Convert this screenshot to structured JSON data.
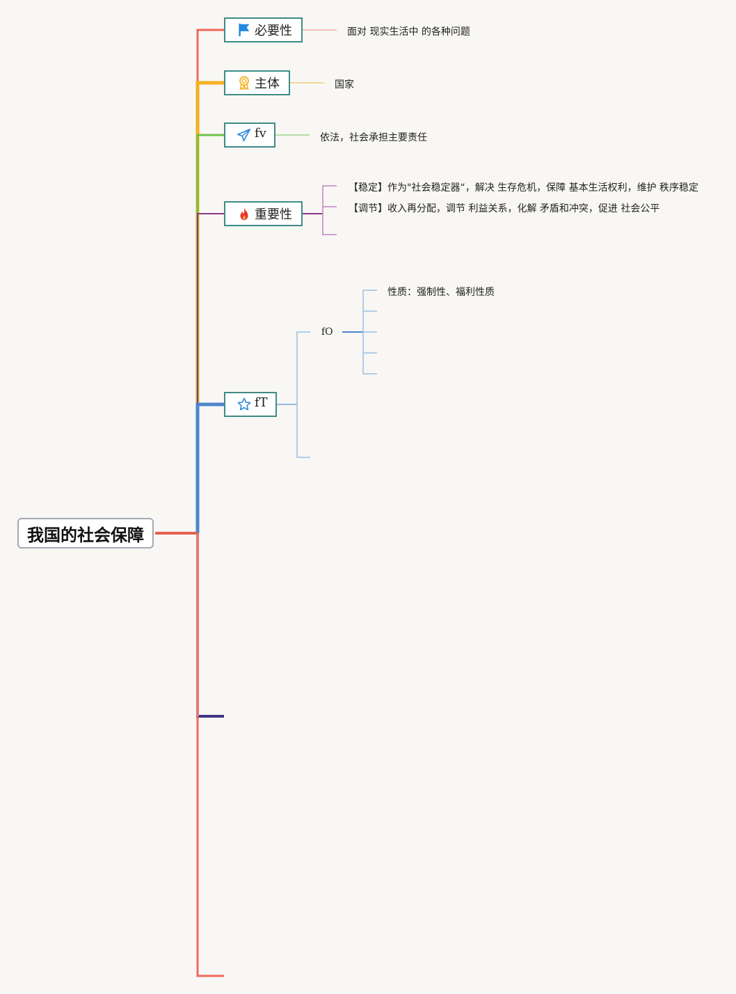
{
  "root": {
    "label": "我国的社会保障"
  },
  "topics": [
    {
      "id": "necessity",
      "label": "必要性",
      "icon": "flag-icon",
      "color": "#ee6a5a",
      "details": [
        "面对 现实生活中 的各种问题"
      ]
    },
    {
      "id": "subject",
      "label": "主体",
      "icon": "award-icon",
      "color": "#f6b021",
      "details": [
        "国家"
      ]
    },
    {
      "id": "fv",
      "label": "fv",
      "icon": "send-icon",
      "color": "#6cc24a",
      "details": [
        "依法，社会承担主要责任"
      ]
    },
    {
      "id": "importance",
      "label": "重要性",
      "icon": "fire-icon",
      "color": "#8a3a8a",
      "details": [
        "【稳定】作为\"社会稳定器“，解决 生存危机，保障 基本生活权利，维护 秩序稳定",
        "【调节】收入再分配，调节 利益关系，化解 矛盾和冲突，促进 社会公平"
      ]
    },
    {
      "id": "ft",
      "label": "fT",
      "icon": "star-icon",
      "color": "#4f86cc",
      "subtopic": {
        "label": "fO",
        "details": [
          "性质：强制性、福利性质"
        ]
      }
    }
  ],
  "colors": {
    "main_line": "#ee6a5a",
    "yellow": "#f6b021",
    "green": "#6cc24a",
    "purple": "#8a3a8a",
    "blue": "#4f86cc",
    "light_blue": "#9ebee4",
    "pink_branch": "#c482c0",
    "dark_purple": "#3e3587",
    "rose": "#e07a7a"
  }
}
